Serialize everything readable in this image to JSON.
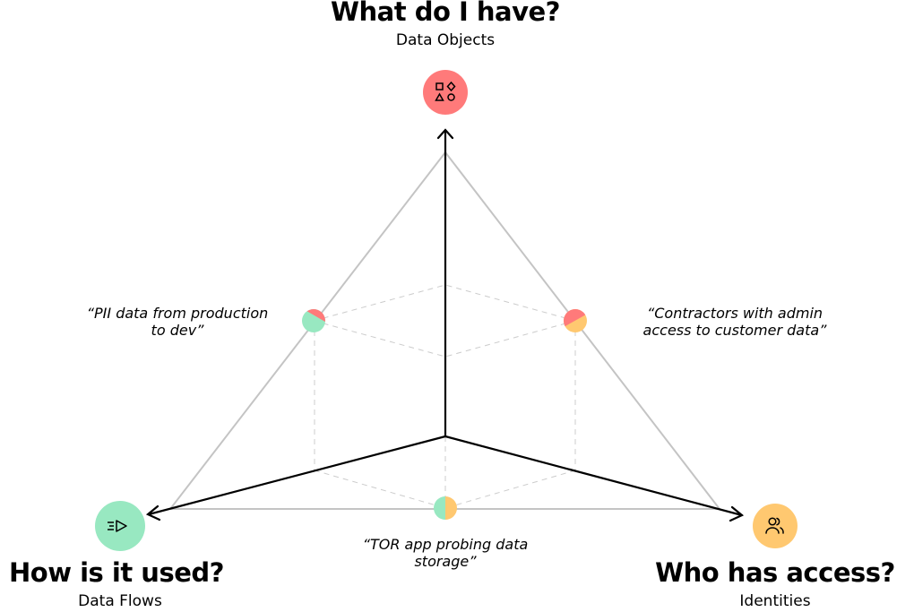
{
  "colors": {
    "objects": "#FF7A7A",
    "flows": "#98E8C1",
    "identities": "#FFC870",
    "triangle": "#c4c4c4",
    "dashed": "#cccccc",
    "axis": "#000000"
  },
  "vertices": {
    "top": {
      "title": "What do I have?",
      "subtitle": "Data Objects",
      "icon": "shapes-icon"
    },
    "left": {
      "title": "How is it used?",
      "subtitle": "Data Flows",
      "icon": "data-flow-icon"
    },
    "right": {
      "title": "Who has access?",
      "subtitle": "Identities",
      "icon": "users-icon"
    }
  },
  "examples": {
    "objects_flows": {
      "line1": "“PII data from production",
      "line2": "to dev”"
    },
    "objects_identities": {
      "line1": "“Contractors with admin",
      "line2": "access to customer data”"
    },
    "flows_identities": {
      "line1": "“TOR app probing data",
      "line2": "storage”"
    }
  }
}
